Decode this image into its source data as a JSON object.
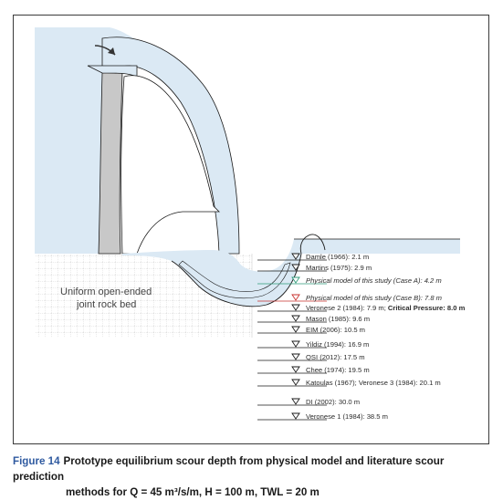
{
  "bed_label": {
    "line1": "Uniform open-ended",
    "line2": "joint rock bed"
  },
  "colors": {
    "water": "#dbe9f4",
    "water_edge": "#1a1a1a",
    "wall": "#c8c8c8",
    "green": "#2e9a7a",
    "red": "#c8312e",
    "caption_blue": "#2f5aa0"
  },
  "scour_depths": [
    {
      "id": "damle",
      "source": "Damle (1966): 2.1 m",
      "extra": "",
      "color": "dark",
      "italic": false
    },
    {
      "id": "martins",
      "source": "Martins (1975): 2.9 m",
      "extra": "",
      "color": "dark",
      "italic": false
    },
    {
      "id": "case-a",
      "source": "Physical model of this study (Case A): 4.2 m",
      "extra": "",
      "color": "green",
      "italic": true
    },
    {
      "id": "case-b",
      "source": "Physical model of this study (Case B): 7.8 m",
      "extra": "",
      "color": "red",
      "italic": true
    },
    {
      "id": "veronese2",
      "source": "Veronese 2 (1984): 7.9 m; ",
      "extra": "Critical Pressure: 8.0 m",
      "color": "dark",
      "italic": false
    },
    {
      "id": "mason",
      "source": "Mason (1985): 9.6 m",
      "extra": "",
      "color": "dark",
      "italic": false
    },
    {
      "id": "eim",
      "source": "EIM (2006): 10.5 m",
      "extra": "",
      "color": "dark",
      "italic": false
    },
    {
      "id": "yildiz",
      "source": "Yildiz (1994): 16.9 m",
      "extra": "",
      "color": "dark",
      "italic": false
    },
    {
      "id": "qsi",
      "source": "QSI (2012): 17.5 m",
      "extra": "",
      "color": "dark",
      "italic": false
    },
    {
      "id": "chee",
      "source": "Chee (1974): 19.5 m",
      "extra": "",
      "color": "dark",
      "italic": false
    },
    {
      "id": "katoulas",
      "source": "Katoulas (1967); Veronese 3 (1984): 20.1 m",
      "extra": "",
      "color": "dark",
      "italic": false
    },
    {
      "id": "di",
      "source": "DI (2002): 30.0 m",
      "extra": "",
      "color": "dark",
      "italic": false
    },
    {
      "id": "veronese1",
      "source": "Veronese 1 (1984): 38.5 m",
      "extra": "",
      "color": "dark",
      "italic": false
    }
  ],
  "caption": {
    "figure_number": "Figure 14",
    "line1": "Prototype equilibrium scour depth from physical model and literature scour prediction",
    "line2": "methods for Q = 45 m³/s/m, H = 100 m, TWL = 20 m"
  }
}
